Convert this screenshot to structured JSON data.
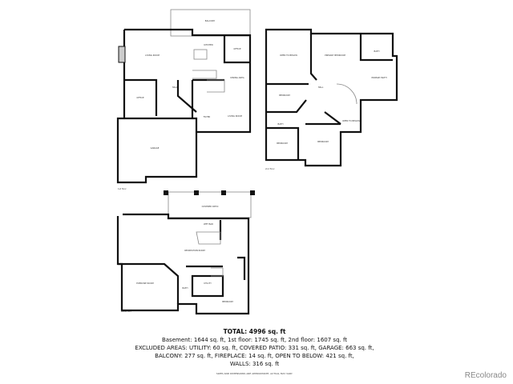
{
  "floors": {
    "first": {
      "label": "1st floor",
      "rooms": [
        "BALCONY",
        "KITCHEN",
        "LIVING ROOM",
        "OFFICE",
        "DINING AREA",
        "HALL",
        "OFFICE",
        "FOYER",
        "LIVING ROOM",
        "GARAGE"
      ]
    },
    "second": {
      "label": "2nd floor",
      "rooms": [
        "OPEN TO BELOW",
        "PRIMARY BEDROOM",
        "BATH",
        "PRIMARY BATH",
        "HALL",
        "BEDROOM",
        "BATH",
        "BEDROOM",
        "BEDROOM",
        "OPEN TO BELOW"
      ]
    },
    "basement": {
      "label": "Basement",
      "rooms": [
        "COVERED PATIO",
        "WET BAR",
        "RECREATION ROOM",
        "EXERCISE ROOM",
        "BATH",
        "UTILITY",
        "BEDROOM"
      ]
    }
  },
  "summary": {
    "total": "TOTAL: 4996 sq. ft",
    "line1": "Basement: 1644 sq. ft, 1st floor: 1745 sq. ft, 2nd floor: 1607 sq. ft",
    "line2": "EXCLUDED AREAS: UTILITY: 60 sq. ft, COVERED PATIO: 331 sq. ft, GARAGE: 663 sq. ft,",
    "line3": "BALCONY: 277 sq. ft, FIREPLACE: 14 sq. ft, OPEN TO BELOW: 421 sq. ft,",
    "line4": "WALLS: 316 sq. ft",
    "disclaimer": "SIZES AND DIMENSIONS ARE APPROXIMATE, ACTUAL MAY VARY."
  },
  "watermark": "REcolorado"
}
